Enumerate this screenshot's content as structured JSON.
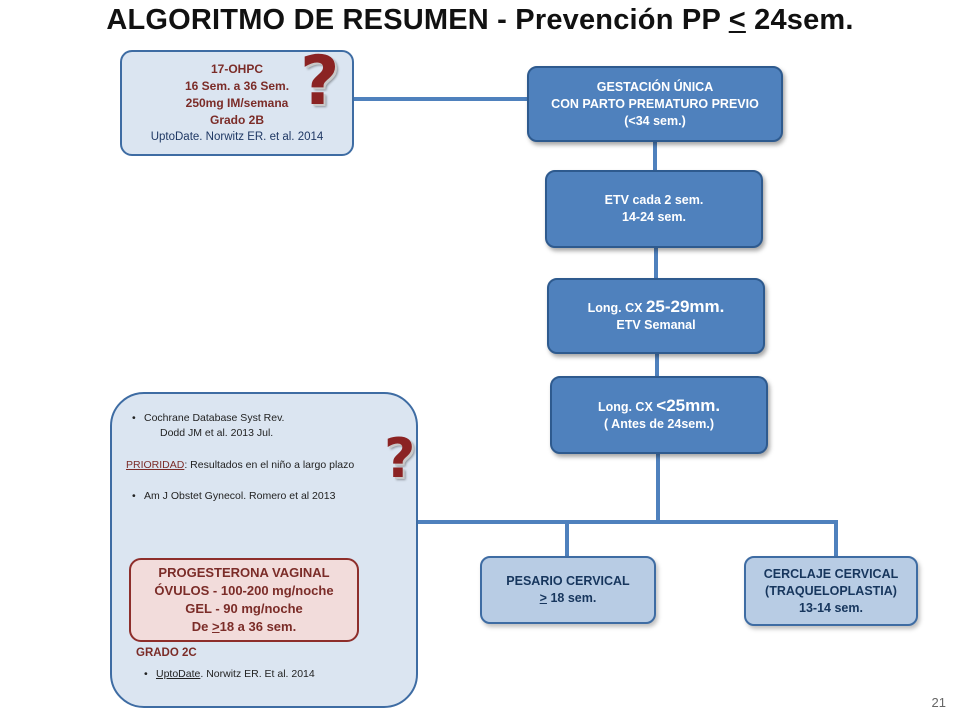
{
  "title": {
    "main": "ALGORITMO DE RESUMEN  - Prevención PP ",
    "symbol": "<",
    "tail": " 24sem."
  },
  "node_17ohpc": {
    "line1": "17-OHPC",
    "line2": "16 Sem. a 36 Sem.",
    "line3": "250mg IM/semana",
    "line4": "Grado 2B",
    "ref": "UptoDate. Norwitz ER. et al. 2014"
  },
  "question_mark": "?",
  "node_gestacion": {
    "line1": "GESTACIÓN ÚNICA",
    "line2": "CON PARTO PREMATURO PREVIO",
    "line3": "(<34 sem.)"
  },
  "node_etv": {
    "line1": "ETV cada 2 sem.",
    "line2": "14-24 sem."
  },
  "node_cx25": {
    "prefix": "Long. CX ",
    "value": "25-29mm.",
    "line2": "ETV Semanal"
  },
  "node_cx_lt25": {
    "prefix": "Long. CX ",
    "value": "<25mm.",
    "line2": "( Antes de 24sem.)"
  },
  "left_panel": {
    "ref1_line1": "Cochrane Database  Syst Rev.",
    "ref1_line2": "Dodd JM et al. 2013 Jul.",
    "priority_label": "PRIORIDAD",
    "priority_text": ": Resultados en el niño a largo plazo",
    "ref2": "Am J Obstet Gynecol. Romero et al 2013",
    "grade": "GRADO 2C",
    "ref3_link": "UptoDate",
    "ref3_tail": ". Norwitz  ER.  Et al. 2014"
  },
  "node_progesterona": {
    "line1": "PROGESTERONA VAGINAL",
    "line2": "ÓVULOS - 100-200 mg/noche",
    "line3": "GEL - 90 mg/noche",
    "line4_pre": "De ",
    "line4_sym": ">",
    "line4_post": "18 a 36 sem."
  },
  "node_pesario": {
    "line1": "PESARIO CERVICAL",
    "line2_sym": ">",
    "line2_post": " 18 sem."
  },
  "node_cerclaje": {
    "line1": "CERCLAJE CERVICAL",
    "line2": "(TRAQUELOPLASTIA)",
    "line3": "13-14 sem."
  },
  "page_number": "21"
}
